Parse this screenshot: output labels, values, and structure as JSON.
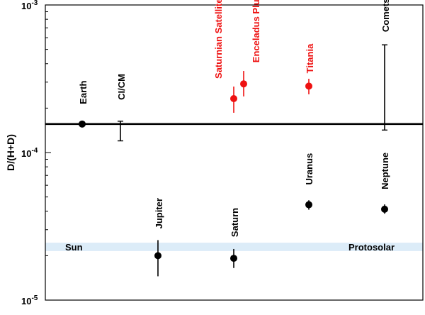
{
  "chart_data": {
    "type": "scatter",
    "title": "",
    "xlabel": "",
    "ylabel": "D/(H+D)",
    "y_scale": "log",
    "ylim": [
      1e-05,
      0.001
    ],
    "y_ticks": [
      {
        "value": 0.001,
        "base": "10",
        "exp": "-3"
      },
      {
        "value": 0.0001,
        "base": "10",
        "exp": "-4"
      },
      {
        "value": 1e-05,
        "base": "10",
        "exp": "-5"
      }
    ],
    "x_ticks": "none",
    "grid": false,
    "reference_line": {
      "value": 0.000156,
      "name": "Earth"
    },
    "bands": [
      {
        "left_label": "Sun",
        "right_label": "Protosolar",
        "low": 2.15e-05,
        "high": 2.45e-05,
        "color": "#dcecf8"
      }
    ],
    "points": [
      {
        "name": "Earth",
        "x": 1,
        "y": 0.000156,
        "err_low": 0.000156,
        "err_high": 0.000156,
        "color": "#000000",
        "marker": true
      },
      {
        "name": "CI/CM",
        "x": 2,
        "y": 0.000145,
        "err_low": 0.00012,
        "err_high": 0.000163,
        "color": "#000000",
        "marker": false
      },
      {
        "name": "Jupiter",
        "x": 3,
        "y": 2e-05,
        "err_low": 1.45e-05,
        "err_high": 2.55e-05,
        "color": "#000000",
        "marker": true
      },
      {
        "name": "Saturnian Satellites",
        "x": 4,
        "y": 0.000232,
        "err_low": 0.000186,
        "err_high": 0.00028,
        "color": "#ee1111",
        "marker": true
      },
      {
        "name": "Saturn",
        "x": 4,
        "y": 1.92e-05,
        "err_low": 1.65e-05,
        "err_high": 2.22e-05,
        "color": "#000000",
        "marker": true
      },
      {
        "name": "Enceladus Plume",
        "x": 4.25,
        "y": 0.000292,
        "err_low": 0.00024,
        "err_high": 0.000357,
        "color": "#ee1111",
        "marker": true
      },
      {
        "name": "Uranus",
        "x": 5.6,
        "y": 4.43e-05,
        "err_low": 4.1e-05,
        "err_high": 4.75e-05,
        "color": "#000000",
        "marker": true
      },
      {
        "name": "Titania",
        "x": 5.6,
        "y": 0.000282,
        "err_low": 0.000248,
        "err_high": 0.000316,
        "color": "#ee1111",
        "marker": true
      },
      {
        "name": "Comets",
        "x": 7,
        "y": 0.000282,
        "err_low": 0.000142,
        "err_high": 0.000537,
        "color": "#000000",
        "marker": false
      },
      {
        "name": "Neptune",
        "x": 7,
        "y": 4.13e-05,
        "err_low": 3.85e-05,
        "err_high": 4.45e-05,
        "color": "#000000",
        "marker": true
      }
    ]
  }
}
